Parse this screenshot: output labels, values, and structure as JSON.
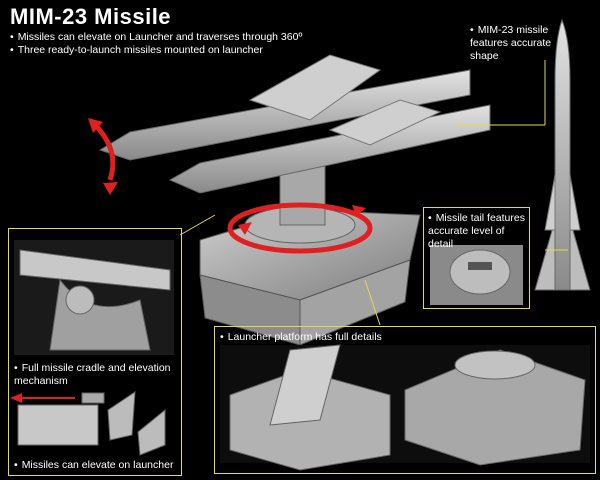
{
  "header": {
    "title": "MIM-23 Missile"
  },
  "bullets": [
    "Missiles can elevate on Launcher and traverses through 360º",
    "Three ready-to-launch missiles mounted on launcher"
  ],
  "callouts": {
    "shape": "MIM-23 missile features accurate shape",
    "tail": "Missile tail features accurate level of detail",
    "cradle": "Full missile cradle and elevation mechanism",
    "elevate": "Missiles can elevate on launcher",
    "platform": "Launcher platform has full details"
  },
  "colors": {
    "frame": "#e6d94a",
    "arrow": "#e02020",
    "model": "#bdbdbd"
  }
}
